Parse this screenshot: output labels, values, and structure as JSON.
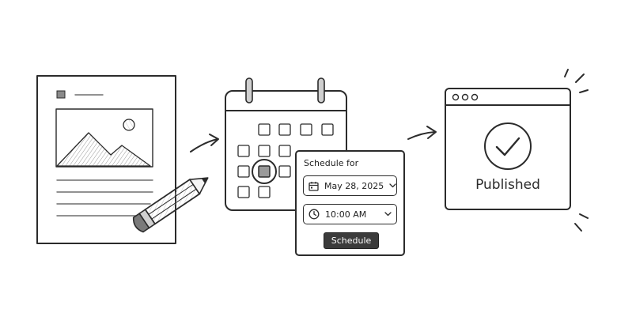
{
  "scheduler": {
    "title": "Schedule for",
    "date_value": "May 28, 2025",
    "time_value": "10:00 AM",
    "button_label": "Schedule"
  },
  "browser": {
    "status_text": "Published"
  },
  "icons": {
    "date_field": "calendar-icon",
    "time_field": "clock-icon",
    "dropdown": "chevron-down-icon",
    "success": "check-circle-icon",
    "tool": "pencil-icon"
  },
  "colors": {
    "ink": "#2b2b2b",
    "button_fill": "#3b3b3b"
  }
}
